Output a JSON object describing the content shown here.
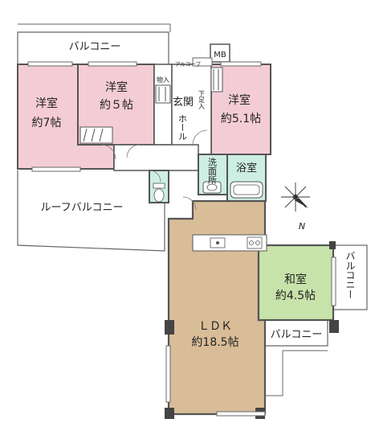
{
  "colors": {
    "bedroom_pink": "#f4ccd6",
    "ldk_tan": "#d9bd98",
    "washitsu_green": "#c8e3a9",
    "bath_teal": "#cdeee4",
    "wall": "#555555",
    "background": "#ffffff"
  },
  "labels": {
    "balcony_top": "バルコニー",
    "mb": "MB",
    "alcove": "アルコーブ",
    "room1_name": "洋室",
    "room1_size": "約7帖",
    "room2_name": "洋室",
    "room2_size": "約５帖",
    "room3_name": "洋室",
    "room3_size": "約5.1帖",
    "storage": "物入",
    "entrance": "玄関",
    "shoe_box": "下足入",
    "hall": "ホール",
    "washroom": "洗面所",
    "bath": "浴室",
    "roof_balcony": "ルーフバルコニー",
    "compass_n": "N",
    "ldk_name": "ＬＤＫ",
    "ldk_size": "約18.5帖",
    "washitsu_name": "和室",
    "washitsu_size": "約4.5帖",
    "balcony_right": "バルコニー",
    "balcony_bottom": "バルコニー"
  },
  "icons": [
    "compass-icon",
    "closet-icon",
    "sink-icon",
    "bathtub-icon",
    "toilet-icon",
    "kitchen-sink-icon",
    "stove-icon"
  ]
}
